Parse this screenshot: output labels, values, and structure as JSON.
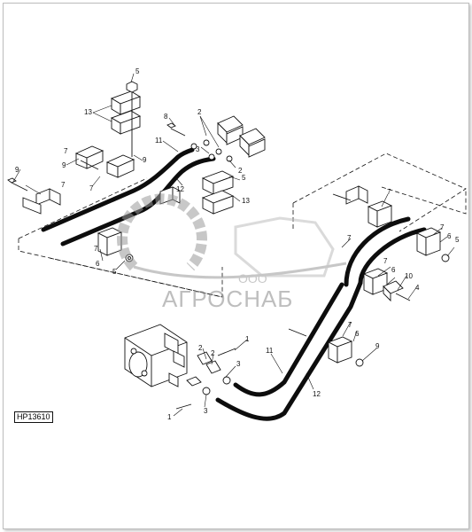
{
  "figure": {
    "id_tag": "HP13610",
    "watermark": {
      "small_text": "ООО",
      "big_text": "АГРОСНАБ"
    },
    "callouts": [
      "1",
      "2",
      "3",
      "4",
      "5",
      "6",
      "7",
      "8",
      "9",
      "10",
      "11",
      "12",
      "13"
    ]
  },
  "colors": {
    "line": "#111111",
    "hose": "#0d0d0d",
    "watermark": "#9a9a9a",
    "frame": "#bdbdbd"
  }
}
